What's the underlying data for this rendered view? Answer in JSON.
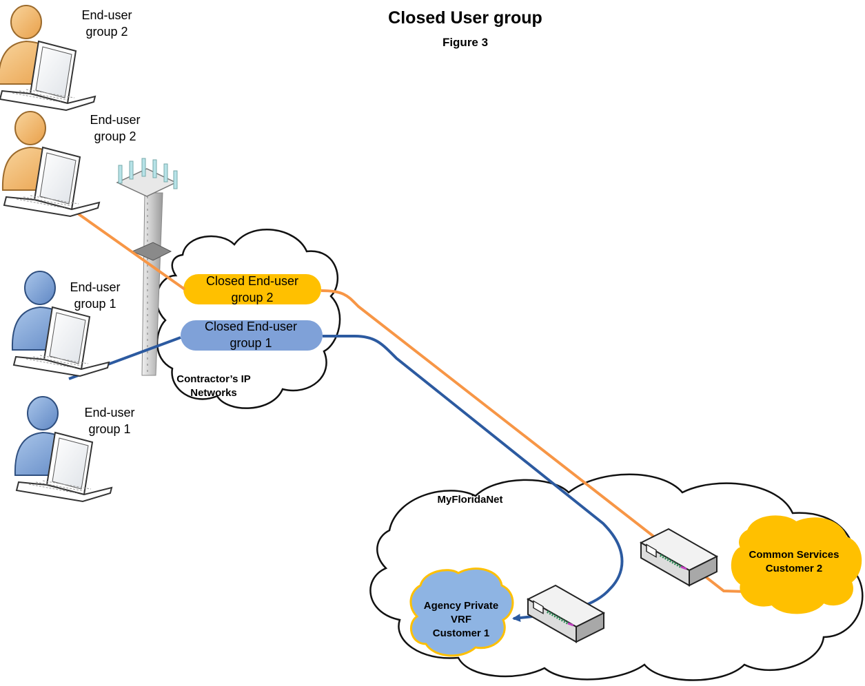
{
  "title": "Closed User group",
  "subtitle": "Figure 3",
  "users": [
    {
      "line1": "End-user",
      "line2": "group 2",
      "icon": "person-laptop-orange-icon"
    },
    {
      "line1": "End-user",
      "line2": "group 2",
      "icon": "person-laptop-orange-icon"
    },
    {
      "line1": "End-user",
      "line2": "group 1",
      "icon": "person-laptop-blue-icon"
    },
    {
      "line1": "End-user",
      "line2": "group 1",
      "icon": "person-laptop-blue-icon"
    }
  ],
  "contractor_cloud": {
    "line1": "Contractor’s IP",
    "line2": "Networks",
    "pill_group2": {
      "line1": "Closed End-user",
      "line2": "group 2",
      "color": "#ffc000"
    },
    "pill_group1": {
      "line1": "Closed End-user",
      "line2": "group 1",
      "color": "#7fa1d8"
    }
  },
  "mfn_cloud": {
    "label": "MyFloridaNet",
    "agency": {
      "line1": "Agency Private",
      "line2": "VRF",
      "line3": "Customer 1",
      "color": "#8eb4e3"
    },
    "common": {
      "line1": "Common Services",
      "line2": "Customer 2",
      "color": "#ffc000"
    }
  },
  "colors": {
    "group2_line": "#f79646",
    "group1_line": "#2c5aa0",
    "orange_person": "#f4c07a",
    "blue_person": "#8eb4e3"
  }
}
